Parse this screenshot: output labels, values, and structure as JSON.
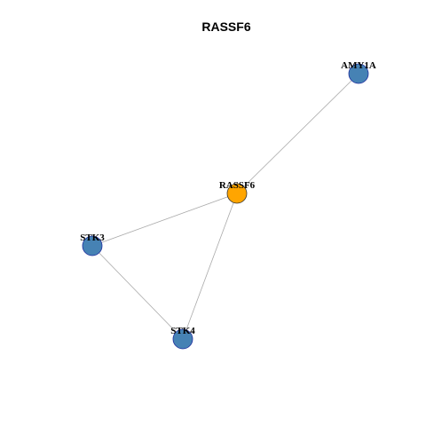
{
  "graph": {
    "title": "RASSF6",
    "colors": {
      "center_fill": "#FFA500",
      "center_stroke": "#333333",
      "neighbor_fill": "#4682B4",
      "neighbor_stroke": "#1F2E9E",
      "edge": "#AAAAAA"
    },
    "nodes": [
      {
        "id": "RASSF6",
        "label": "RASSF6",
        "role": "center"
      },
      {
        "id": "AMY1A",
        "label": "AMY1A",
        "role": "neighbor"
      },
      {
        "id": "STK3",
        "label": "STK3",
        "role": "neighbor"
      },
      {
        "id": "STK4",
        "label": "STK4",
        "role": "neighbor"
      }
    ],
    "edges": [
      {
        "source": "RASSF6",
        "target": "AMY1A"
      },
      {
        "source": "RASSF6",
        "target": "STK3"
      },
      {
        "source": "RASSF6",
        "target": "STK4"
      },
      {
        "source": "STK3",
        "target": "STK4"
      }
    ]
  }
}
